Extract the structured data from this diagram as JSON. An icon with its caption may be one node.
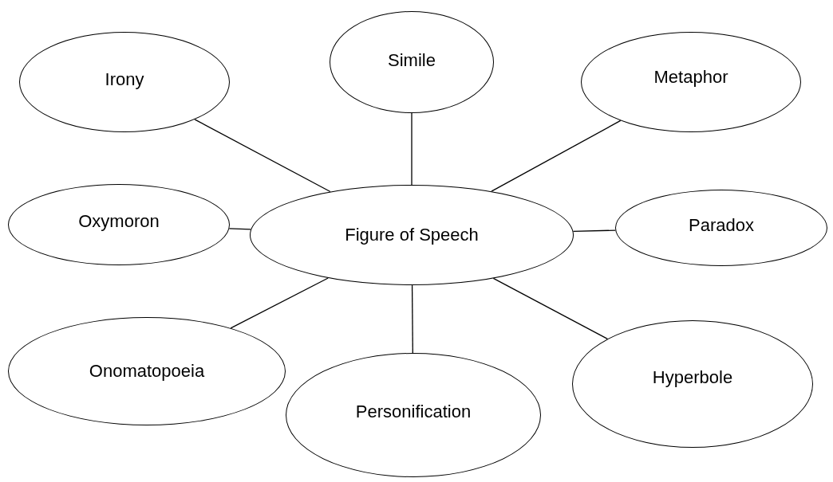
{
  "diagram": {
    "nodes": [
      {
        "text": [
          "Simile"
        ]
      },
      {
        "text": [
          "Irony"
        ]
      },
      {
        "text": [
          "Metaphor"
        ]
      },
      {
        "text": [
          "Oxymoron"
        ]
      },
      {
        "text": [
          "Figure of Speech"
        ]
      },
      {
        "text": [
          "Paradox"
        ]
      },
      {
        "text": [
          "Onomatopoeia"
        ]
      },
      {
        "text": [
          "Hyperbole"
        ]
      },
      {
        "text": [
          "Personification"
        ]
      }
    ],
    "edges": [
      {
        "from": 4,
        "to": 0,
        "arrow": "none"
      },
      {
        "from": 4,
        "to": 1,
        "arrow": "none"
      },
      {
        "from": 4,
        "to": 2,
        "arrow": "none"
      },
      {
        "from": 4,
        "to": 3,
        "arrow": "none"
      },
      {
        "from": 4,
        "to": 5,
        "arrow": "none"
      },
      {
        "from": 4,
        "to": 6,
        "arrow": "none"
      },
      {
        "from": 4,
        "to": 7,
        "arrow": "none"
      },
      {
        "from": 4,
        "to": 8,
        "arrow": "none"
      }
    ]
  }
}
